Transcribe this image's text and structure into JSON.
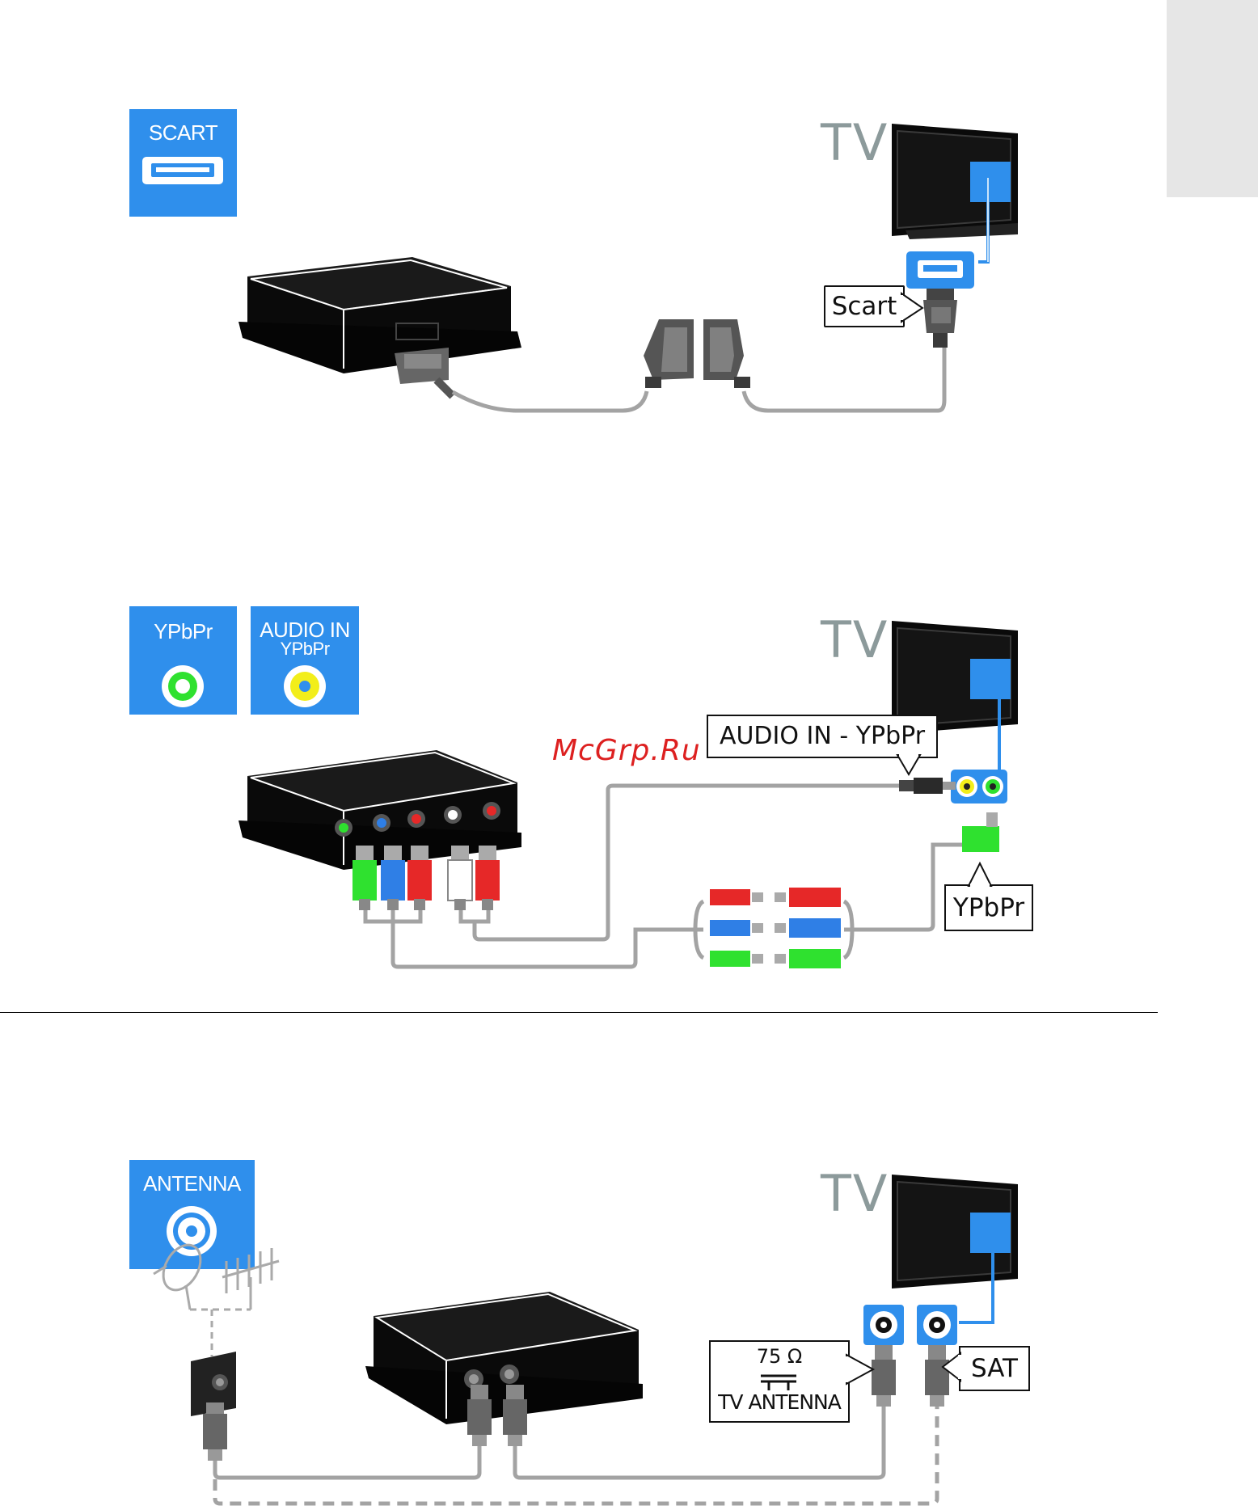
{
  "watermark": "McGrp.Ru",
  "section_scart": {
    "label": "SCART",
    "tv_word": "TV",
    "callout": "Scart",
    "icon": "scart-port-icon"
  },
  "section_ypbpr": {
    "label_ypbpr": "YPbPr",
    "label_audio_line1": "AUDIO IN",
    "label_audio_line2": "YPbPr",
    "tv_word": "TV",
    "callout_audio": "AUDIO IN - YPbPr",
    "callout_ypbpr": "YPbPr",
    "icon_ypbpr": "green-jack-icon",
    "icon_audio": "yellow-jack-icon"
  },
  "section_antenna": {
    "label": "ANTENNA",
    "tv_word": "TV",
    "callout_antenna_line1": "75 Ω",
    "callout_antenna_line2": "TV ANTENNA",
    "callout_sat": "SAT",
    "icon": "coax-port-icon"
  },
  "colors": {
    "label_blue": "#2f8fec",
    "device_black": "#0a0a0a",
    "cable_gray": "#a3a3a3",
    "tv_word_gray": "#8c9a9b",
    "green": "#2fe12f",
    "blue": "#2f7fe6",
    "red": "#e62828",
    "yellow": "#f2ee1a"
  }
}
